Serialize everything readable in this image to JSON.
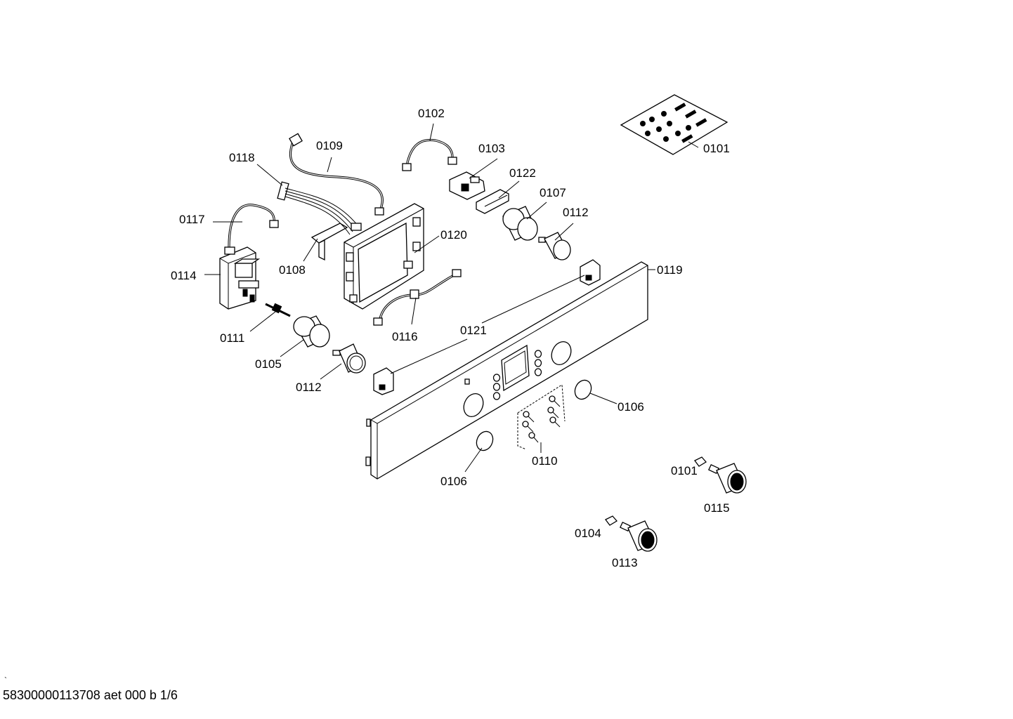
{
  "labels": [
    {
      "id": "0101a",
      "text": "0101"
    },
    {
      "id": "0101b",
      "text": "0101"
    },
    {
      "id": "0102",
      "text": "0102"
    },
    {
      "id": "0103",
      "text": "0103"
    },
    {
      "id": "0104",
      "text": "0104"
    },
    {
      "id": "0105",
      "text": "0105"
    },
    {
      "id": "0106a",
      "text": "0106"
    },
    {
      "id": "0106b",
      "text": "0106"
    },
    {
      "id": "0107",
      "text": "0107"
    },
    {
      "id": "0108",
      "text": "0108"
    },
    {
      "id": "0109",
      "text": "0109"
    },
    {
      "id": "0110",
      "text": "0110"
    },
    {
      "id": "0111",
      "text": "0111"
    },
    {
      "id": "0112a",
      "text": "0112"
    },
    {
      "id": "0112b",
      "text": "0112"
    },
    {
      "id": "0113",
      "text": "0113"
    },
    {
      "id": "0114",
      "text": "0114"
    },
    {
      "id": "0115",
      "text": "0115"
    },
    {
      "id": "0116",
      "text": "0116"
    },
    {
      "id": "0117",
      "text": "0117"
    },
    {
      "id": "0118",
      "text": "0118"
    },
    {
      "id": "0119",
      "text": "0119"
    },
    {
      "id": "0120",
      "text": "0120"
    },
    {
      "id": "0121",
      "text": "0121"
    },
    {
      "id": "0122",
      "text": "0122"
    }
  ],
  "footer": {
    "document_id": "58300000113708 aet 000 b 1/6"
  }
}
